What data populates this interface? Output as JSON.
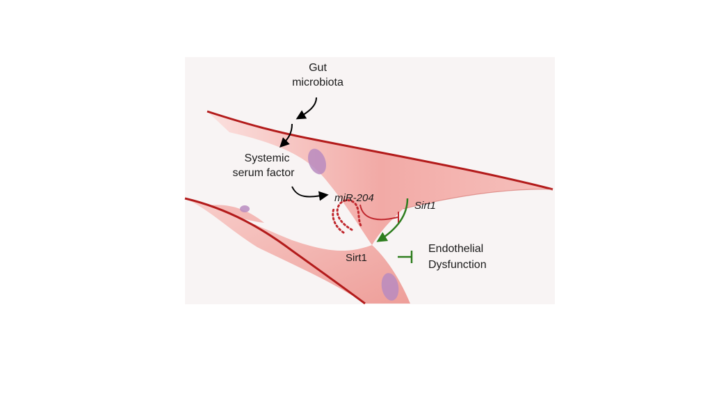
{
  "labels": {
    "gut_line1": "Gut",
    "gut_line2": "microbiota",
    "serum_line1": "Systemic",
    "serum_line2": "serum factor",
    "mir204": "miR-204",
    "sirt1_gene": "Sirt1",
    "sirt1_protein": "Sirt1",
    "dysfunction_line1": "Endothelial",
    "dysfunction_line2": "Dysfunction"
  },
  "colors": {
    "cell_fill": "#f2aaa6",
    "cell_fill_light": "#fbe1df",
    "cell_border": "#b31b1b",
    "nucleus": "#b98bc0",
    "activation_arrow": "#000000",
    "mirna": "#c0272d",
    "sirt1_arrow": "#2e7d1e",
    "inhibition": "#2e7d1e",
    "panel_bg": "#f7f3f3"
  }
}
